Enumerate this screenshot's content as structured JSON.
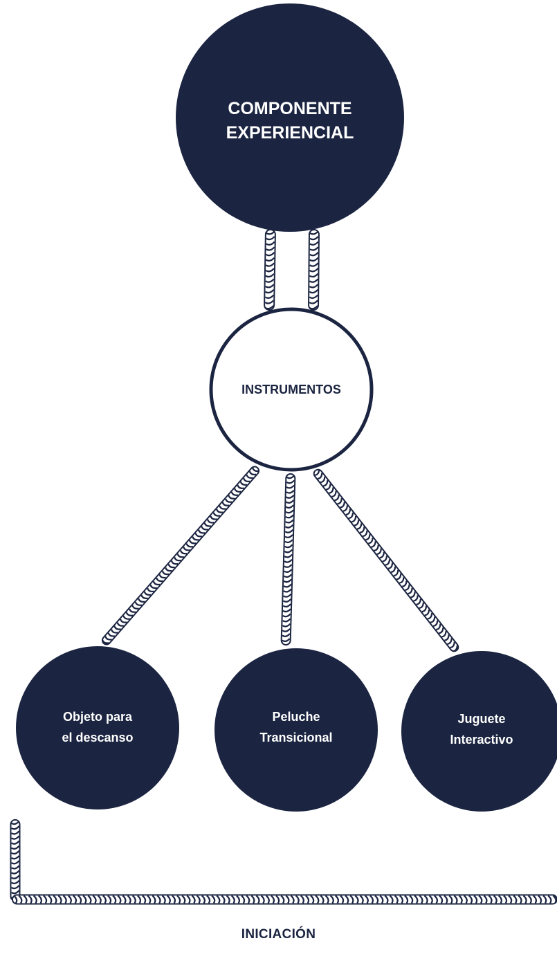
{
  "colors": {
    "navy": "#1b2440",
    "white": "#ffffff",
    "rope": "#1b2440"
  },
  "nodes": {
    "main": {
      "line1": "COMPONENTE",
      "line2": "EXPERIENCIAL"
    },
    "instruments": {
      "label": "INSTRUMENTOS"
    },
    "items": [
      {
        "line1": "Objeto para",
        "line2": "el descanso"
      },
      {
        "line1": "Peluche",
        "line2": "Transicional"
      },
      {
        "line1": "Juguete",
        "line2": "Interactivo"
      }
    ]
  },
  "footer": {
    "label": "INICIACIÓN"
  }
}
